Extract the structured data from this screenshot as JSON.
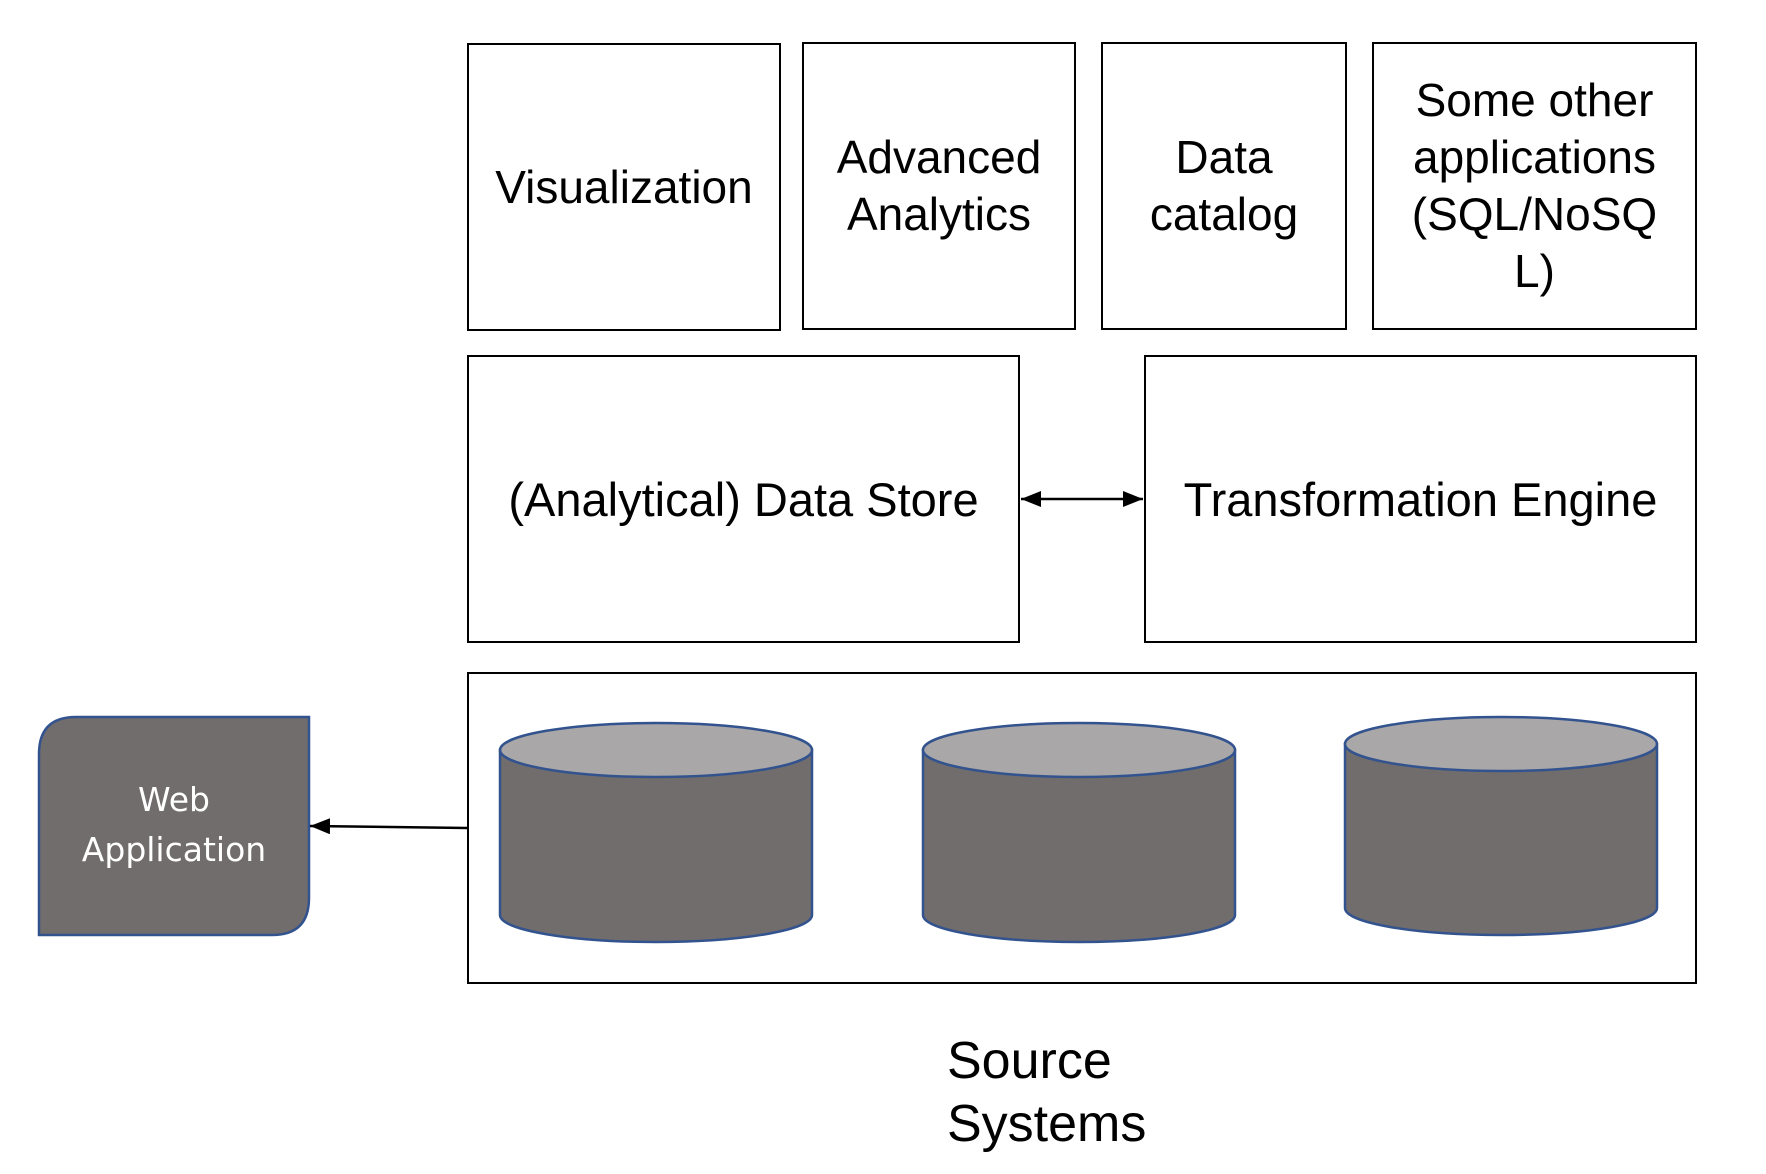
{
  "diagram": {
    "top_row": [
      {
        "id": "visualization",
        "lines": [
          "Visualization"
        ]
      },
      {
        "id": "advanced-analytics",
        "lines": [
          "Advanced",
          "Analytics"
        ]
      },
      {
        "id": "data-catalog",
        "lines": [
          "Data",
          "catalog"
        ]
      },
      {
        "id": "other-applications",
        "lines": [
          "Some other",
          "applications",
          "(SQL/NoSQ",
          "L)"
        ]
      }
    ],
    "middle_row": {
      "data_store": "(Analytical) Data Store",
      "transformation_engine": "Transformation Engine",
      "connection": "bidirectional"
    },
    "source_systems": {
      "caption_lines": [
        "Source",
        "Systems"
      ],
      "database_count": 3,
      "databases": [
        {
          "icon": "database-cylinder-icon"
        },
        {
          "icon": "database-cylinder-icon"
        },
        {
          "icon": "database-cylinder-icon"
        }
      ]
    },
    "web_application": {
      "lines": [
        "Web",
        "Application"
      ],
      "connection": "source-systems-to-web-application"
    },
    "colors": {
      "box_border": "#000000",
      "cylinder_body": "#716D6C",
      "cylinder_top": "#A9A7A8",
      "cylinder_stroke": "#33538F",
      "web_app_fill": "#716D6C",
      "web_app_stroke": "#33538F",
      "web_app_text": "#FFFFFF"
    }
  }
}
